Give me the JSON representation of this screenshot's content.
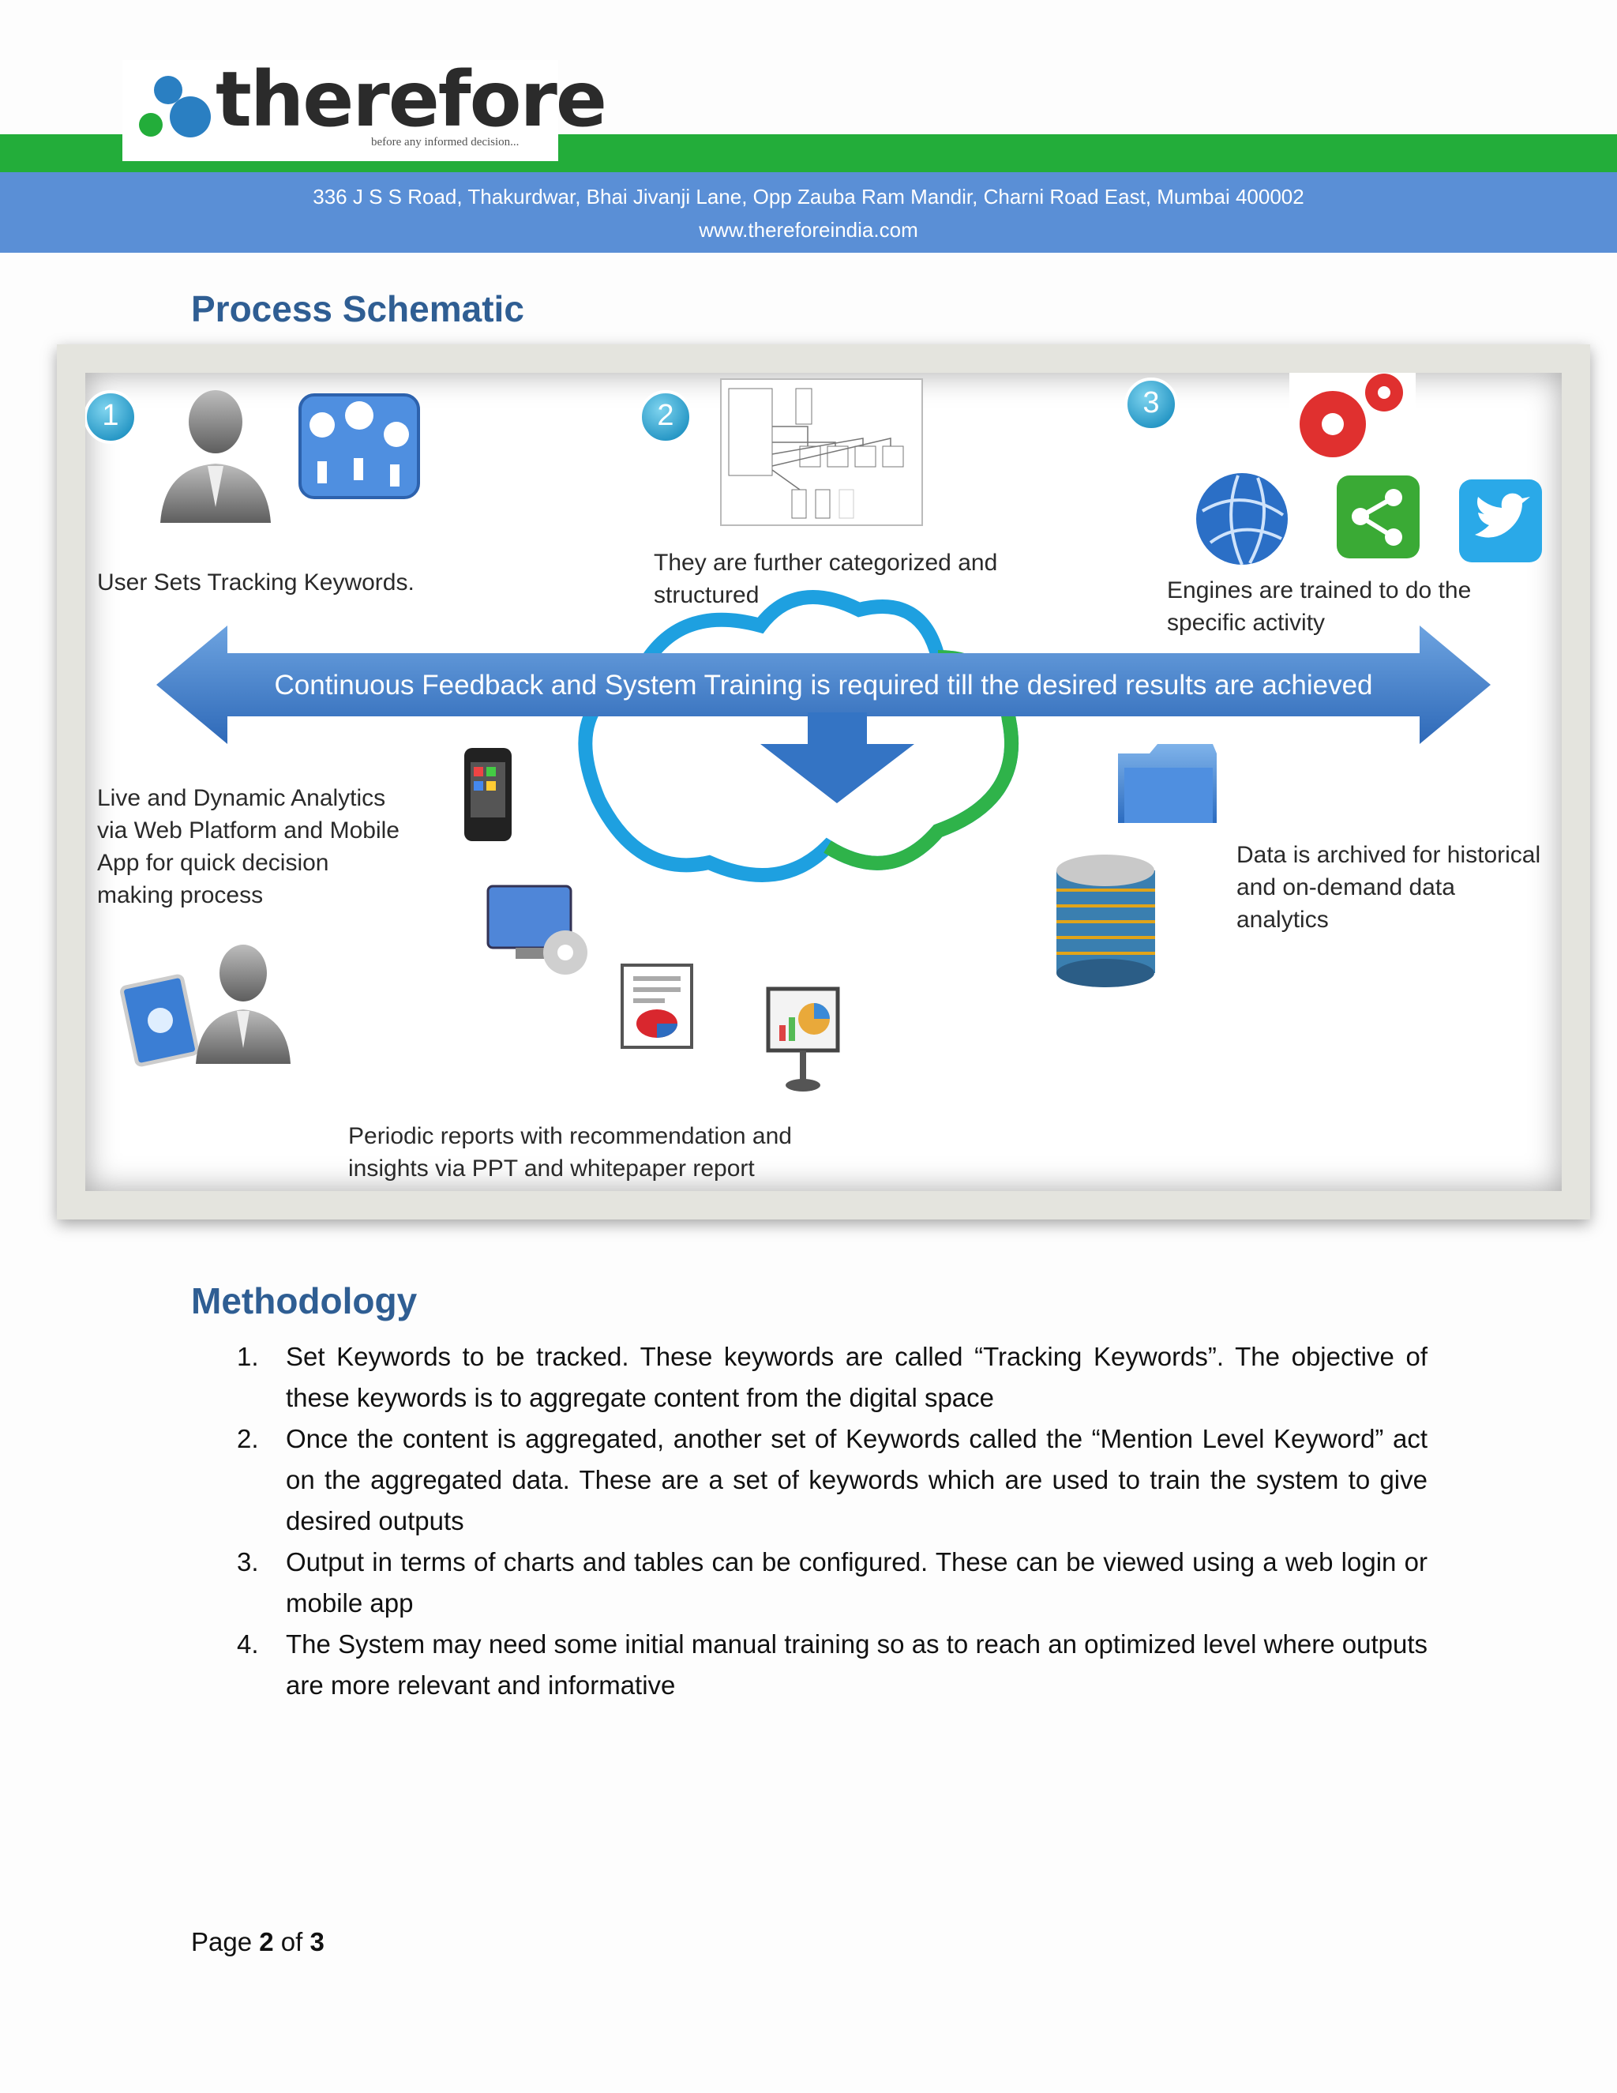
{
  "header": {
    "logo_text": "therefore",
    "logo_tagline": "before any informed decision...",
    "address": "336 J S S Road, Thakurdwar, Bhai Jivanji Lane, Opp Zauba Ram Mandir, Charni Road East, Mumbai 400002",
    "website": "www.thereforeindia.com",
    "colors": {
      "green_bar": "#23ad3a",
      "blue_bar": "#5a8fd6",
      "heading": "#2f5e93"
    }
  },
  "schematic": {
    "heading": "Process Schematic",
    "steps": [
      {
        "number": "1",
        "caption": "User Sets Tracking Keywords."
      },
      {
        "number": "2",
        "caption_line1": "They are further categorized and",
        "caption_line2": "structured"
      },
      {
        "number": "3",
        "caption_line1": "Engines are trained to do the",
        "caption_line2": "specific activity"
      }
    ],
    "arrow_text": "Continuous Feedback and System Training is required till the desired results are achieved",
    "analytics_caption": [
      "Live and Dynamic Analytics",
      "via Web Platform and Mobile",
      "App for quick decision",
      "making process"
    ],
    "archive_caption": [
      "Data is archived for historical",
      "and on-demand data",
      "analytics"
    ],
    "reports_caption": [
      "Periodic reports with recommendation and",
      "insights via PPT and whitepaper report"
    ]
  },
  "methodology": {
    "heading": "Methodology",
    "items": [
      {
        "num": "1.",
        "text": "Set Keywords to be tracked. These keywords are called “Tracking Keywords”. The objective of these keywords is to aggregate content from the digital space"
      },
      {
        "num": "2.",
        "text": "Once the content is aggregated, another set of Keywords called the “Mention Level Keyword” act on the aggregated data. These are a set of keywords which are used to train the system to give desired outputs"
      },
      {
        "num": "3.",
        "text": "Output in terms of charts and tables can be configured. These can be viewed using a web login or mobile app"
      },
      {
        "num": "4.",
        "text": "The System may need some initial manual training so as to reach an optimized level where outputs are more relevant and informative"
      }
    ]
  },
  "footer": {
    "prefix": "Page",
    "current": "2",
    "middle": "of",
    "total": "3"
  }
}
